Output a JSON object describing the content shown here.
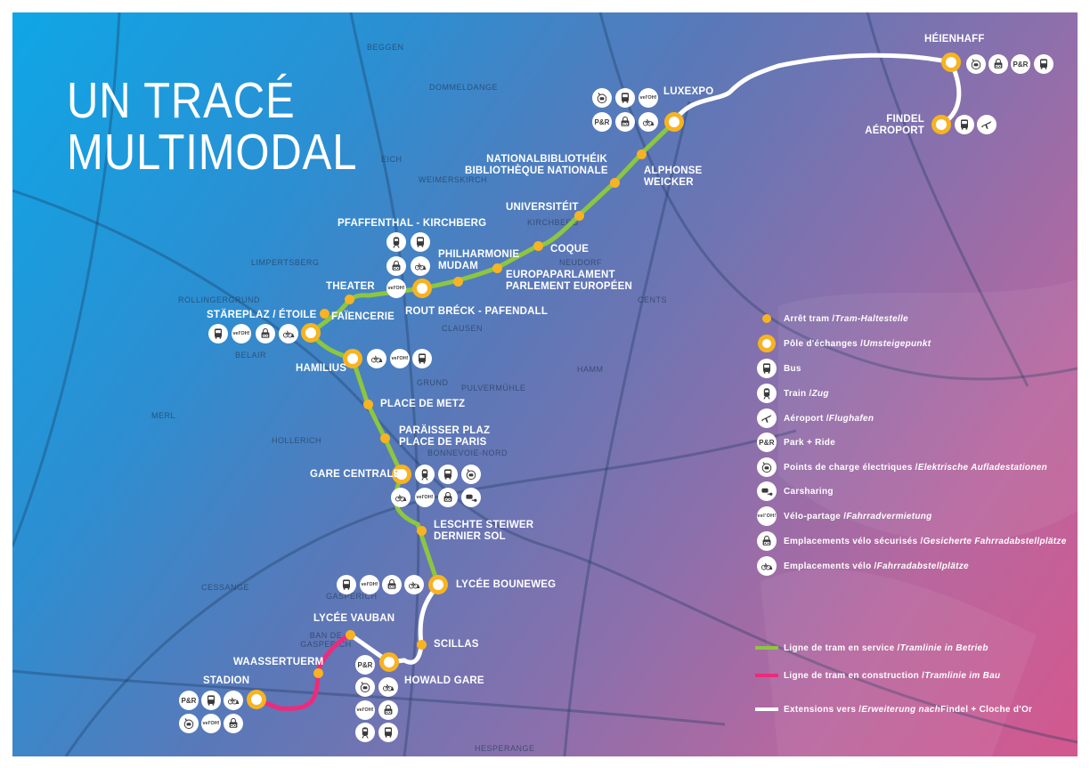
{
  "title": {
    "line1": "UN TRACÉ",
    "line2": "MULTIMODAL"
  },
  "colors": {
    "tram_service": "#8dc63f",
    "tram_construction": "#ee2a7b",
    "extension": "#ffffff",
    "stop": "#f7b321",
    "icon_fg": "#3a3a3a"
  },
  "districts": [
    "BEGGEN",
    "DOMMELDANGE",
    "EICH",
    "WEIMERSKIRCH",
    "KIRCHBERG",
    "LIMPERTSBERG",
    "NEUDORF",
    "CENTS",
    "ROLLINGERGRUND",
    "CLAUSEN",
    "BELAIR",
    "GRUND",
    "PULVERMÜHLE",
    "HAMM",
    "MERL",
    "HOLLERICH",
    "BONNEVOIE-NORD",
    "CESSANGE",
    "GASPERICH",
    "BAN DE GASPERICH",
    "HESPERANGE"
  ],
  "stations": {
    "heienhaff": {
      "name": "HÉIENHAFF",
      "icons": [
        "charging",
        "secure-bike",
        "park-ride",
        "bus"
      ]
    },
    "findel": {
      "name1": "FINDEL",
      "name2": "AÉROPORT",
      "icons": [
        "bus",
        "airport"
      ]
    },
    "luxexpo": {
      "name": "LUXEXPO",
      "icons": [
        "charging",
        "bus",
        "veloh",
        "park-ride",
        "secure-bike",
        "bike"
      ]
    },
    "alphonse": {
      "name1": "ALPHONSE",
      "name2": "WEICKER"
    },
    "bibliotheque": {
      "name1": "NATIONALBIBLIOTHÉIK",
      "name2": "BIBLIOTHÈQUE NATIONALE"
    },
    "universiteit": {
      "name": "UNIVERSITÉIT"
    },
    "coque": {
      "name": "COQUE"
    },
    "europaparlament": {
      "name1": "EUROPAPARLAMENT",
      "name2": "PARLEMENT EUROPÉEN"
    },
    "philharmonie": {
      "name1": "PHILHARMONIE",
      "name2": "MUDAM"
    },
    "pfaffenthal": {
      "name": "PFAFFENTHAL - KIRCHBERG",
      "icons": [
        "train",
        "bus",
        "secure-bike",
        "bike",
        "veloh"
      ]
    },
    "routbreck": {
      "name": "ROUT BRÉCK - PAFENDALL"
    },
    "theater": {
      "name": "THEATER"
    },
    "faiencerie": {
      "name": "FAÏENCERIE"
    },
    "stareplaz": {
      "name": "STÄREPLAZ / ÉTOILE",
      "icons": [
        "bus",
        "veloh",
        "secure-bike",
        "bike"
      ]
    },
    "hamilius": {
      "name": "HAMILIUS",
      "icons": [
        "bike",
        "veloh",
        "bus"
      ]
    },
    "placedemetz": {
      "name": "PLACE DE METZ"
    },
    "placedeparis": {
      "name1": "PARÄISSER PLAZ",
      "name2": "PLACE DE PARIS"
    },
    "garecentrale": {
      "name": "GARE CENTRALE",
      "icons": [
        "train",
        "bus",
        "charging",
        "bike",
        "veloh",
        "secure-bike",
        "carsharing"
      ]
    },
    "leschtesteiwer": {
      "name1": "LESCHTE STEIWER",
      "name2": "DERNIER SOL"
    },
    "bouneweg": {
      "name": "LYCÉE BOUNEWEG",
      "icons": [
        "bus",
        "veloh",
        "secure-bike",
        "bike"
      ]
    },
    "scillas": {
      "name": "SCILLAS"
    },
    "howald": {
      "name": "HOWALD GARE",
      "icons": [
        "park-ride",
        "charging",
        "bike",
        "veloh",
        "secure-bike",
        "train",
        "bus"
      ]
    },
    "vauban": {
      "name": "LYCÉE VAUBAN"
    },
    "waassertuerm": {
      "name": "WAASSERTUERM"
    },
    "stadion": {
      "name": "STADION",
      "icons": [
        "park-ride",
        "bus",
        "bike",
        "charging",
        "veloh",
        "secure-bike"
      ]
    }
  },
  "legend": {
    "items": [
      {
        "icon": "stop",
        "label": "Arrêt tram / ",
        "label_de": "Tram-Haltestelle"
      },
      {
        "icon": "hub",
        "label": "Pôle d'échanges / ",
        "label_de": "Umsteigepunkt"
      },
      {
        "icon": "bus",
        "label": "Bus",
        "label_de": ""
      },
      {
        "icon": "train",
        "label": "Train / ",
        "label_de": "Zug"
      },
      {
        "icon": "airport",
        "label": "Aéroport / ",
        "label_de": "Flughafen"
      },
      {
        "icon": "park-ride",
        "label": "Park + Ride",
        "label_de": ""
      },
      {
        "icon": "charging",
        "label": "Points de charge électriques / ",
        "label_de": "Elektrische Aufladestationen"
      },
      {
        "icon": "carsharing",
        "label": "Carsharing",
        "label_de": ""
      },
      {
        "icon": "veloh",
        "label": "Vélo-partage / ",
        "label_de": "Fahrradvermietung"
      },
      {
        "icon": "secure-bike",
        "label": "Emplacements vélo sécurisés / ",
        "label_de": "Gesicherte Fahrradabstellplätze"
      },
      {
        "icon": "bike",
        "label": "Emplacements vélo / ",
        "label_de": "Fahrradabstellplätze"
      }
    ],
    "lines": [
      {
        "label": "Ligne de tram en service / ",
        "label_de": "Tramlinie in Betrieb",
        "suffix": ""
      },
      {
        "label": "Ligne de tram en construction / ",
        "label_de": "Tramlinie im Bau",
        "suffix": ""
      },
      {
        "label": "Extensions vers / ",
        "label_de": "Erweiterung nach",
        "suffix": " Findel + Cloche d'Or"
      }
    ]
  },
  "icon_text": {
    "park-ride": "P&R",
    "veloh": "vel'OH!"
  }
}
